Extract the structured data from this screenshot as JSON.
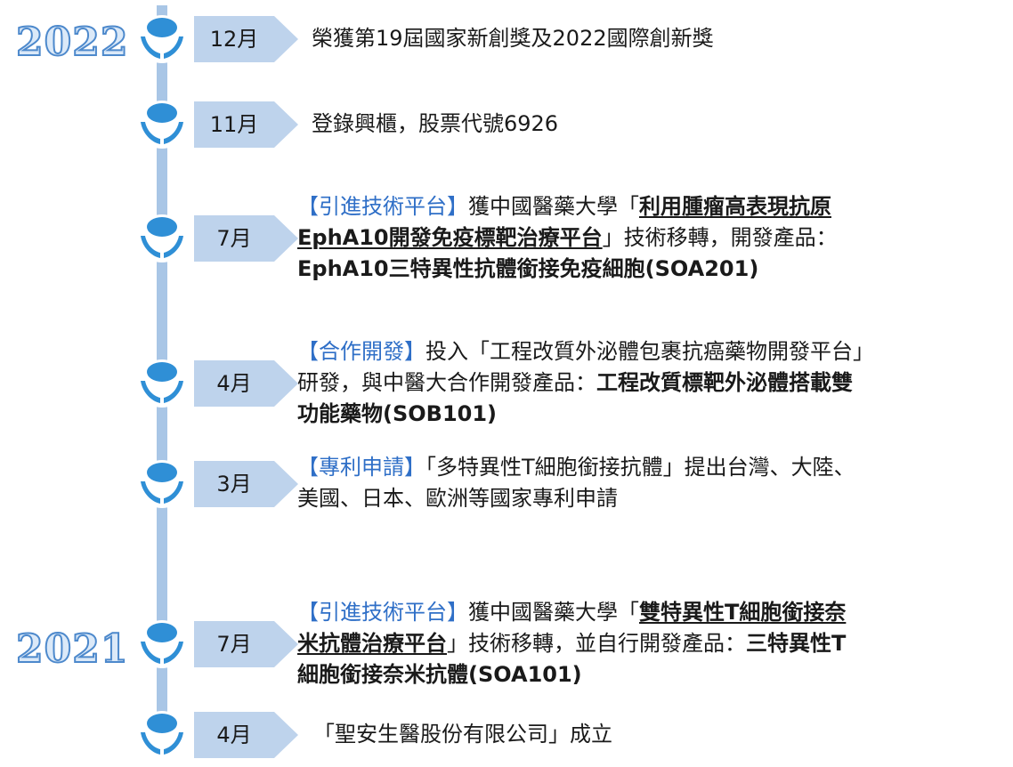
{
  "years": [
    "2022",
    "2021"
  ],
  "events": [
    {
      "month": "12月",
      "line1": "榮獲第19屆國家新創獎及2022國際創新獎"
    },
    {
      "month": "11月",
      "line1": "登錄興櫃，股票代號6926"
    },
    {
      "month": "7月",
      "tag": "【引進技術平台】",
      "l1a": "獲中國醫藥大學「",
      "l1u": "利用腫瘤高表現抗原",
      "l2u": "EphA10開發免疫標靶治療平台",
      "l2a": "」技術移轉，開發產品：",
      "l3b": "EphA10三特異性抗體銜接免疫細胞(SOA201)"
    },
    {
      "month": "4月",
      "tag": "【合作開發】",
      "l1a": "投入「工程改質外泌體包裹抗癌藥物開發平台」",
      "l2a": "研發，與中醫大合作開發產品：",
      "l2b": "工程改質標靶外泌體搭載雙",
      "l3b": "功能藥物(SOB101)"
    },
    {
      "month": "3月",
      "tag": "【專利申請】",
      "l1a": "「多特異性T細胞銜接抗體」提出台灣、大陸、",
      "l2a": "美國、日本、歐洲等國家專利申請"
    },
    {
      "month": "7月",
      "tag": "【引進技術平台】",
      "l1a": "獲中國醫藥大學「",
      "l1u": "雙特異性T細胞銜接奈",
      "l2u": "米抗體治療平台",
      "l2a": "」技術移轉，並自行開發產品：",
      "l2b": "三特異性T",
      "l3b": "細胞銜接奈米抗體(SOA101)"
    },
    {
      "month": "4月",
      "line1": "「聖安生醫股份有限公司」成立"
    }
  ],
  "colors": {
    "line": "#a9c6e6",
    "marker": "#2f8fd6",
    "month_box": "#bed3ec",
    "tag": "#2f6fc7",
    "year_fill": "#dbe9f8",
    "year_stroke": "#4d89cc"
  }
}
